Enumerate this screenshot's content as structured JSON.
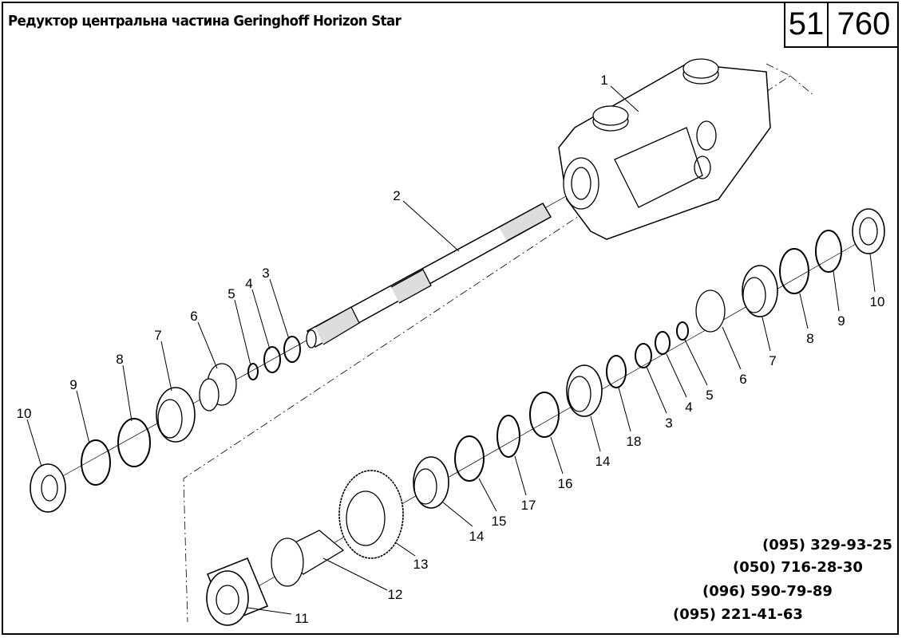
{
  "header": {
    "title": "Редуктор центральна частина Geringhoff Horizon Star",
    "catalog_group": "51",
    "catalog_number": "760"
  },
  "callouts": [
    "1",
    "2",
    "3",
    "4",
    "5",
    "6",
    "7",
    "8",
    "9",
    "10",
    "10",
    "9",
    "8",
    "7",
    "6",
    "5",
    "4",
    "3",
    "18",
    "14",
    "16",
    "17",
    "15",
    "14",
    "13",
    "12",
    "11"
  ],
  "contacts": {
    "phones": [
      "(095) 329-93-25",
      "(050) 716-28-30",
      "(096) 590-79-89",
      "(095) 221-41-63"
    ]
  }
}
